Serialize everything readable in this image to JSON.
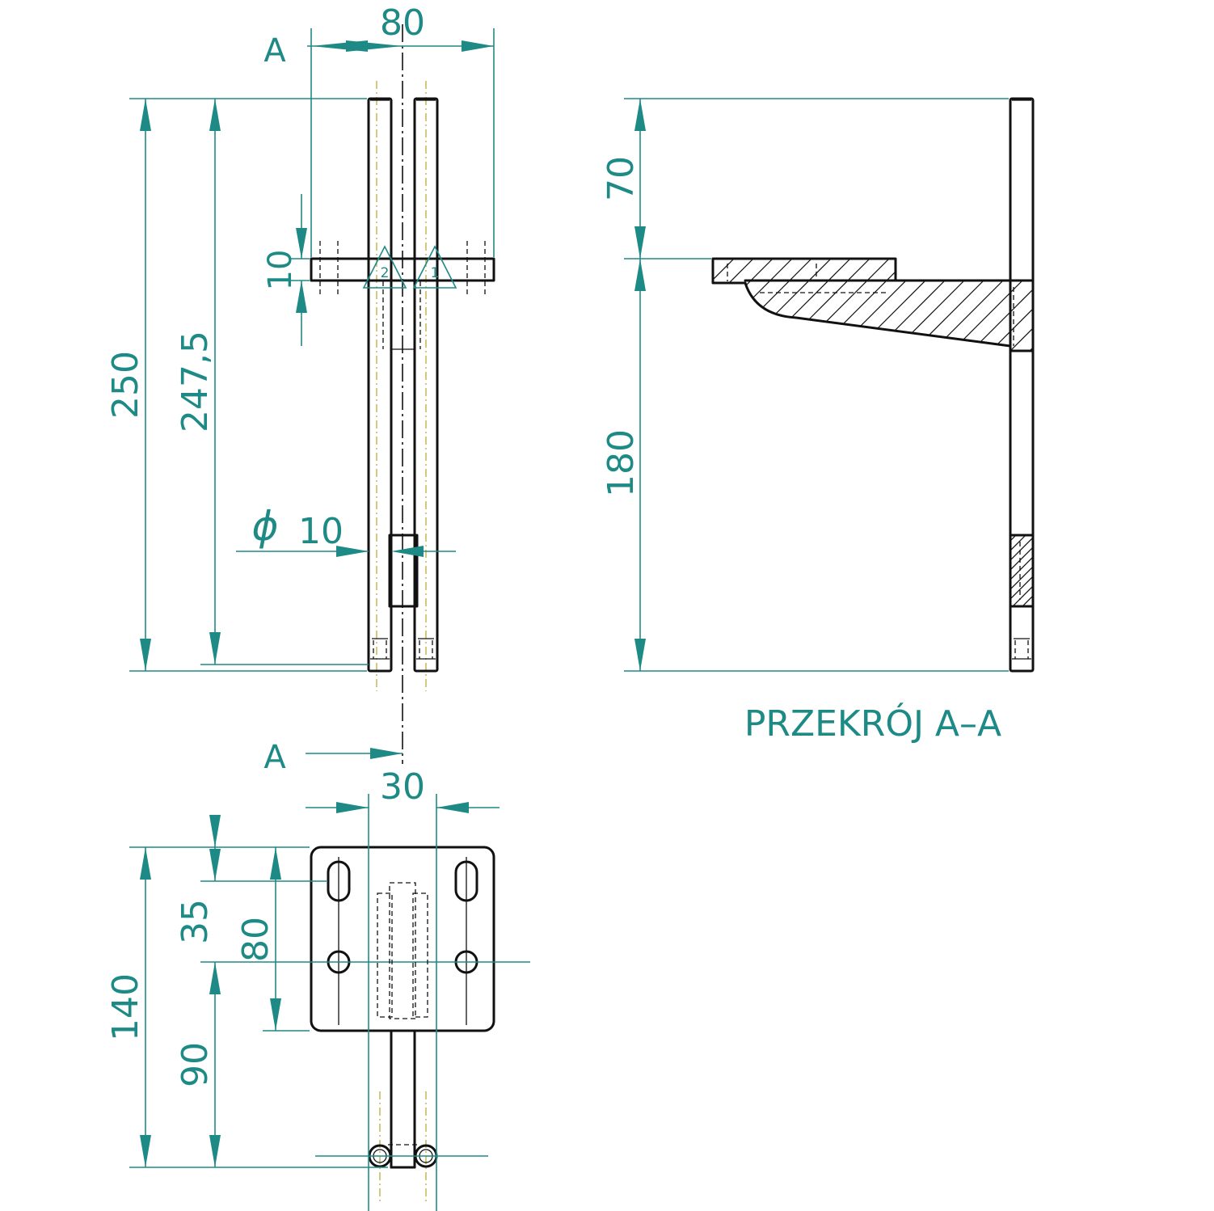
{
  "section_marker": "A",
  "section_title": "PRZEKRÓJ A–A",
  "diameter_symbol": "ϕ",
  "dimensions": {
    "front_top_width": "80",
    "front_height_total": "250",
    "front_height_inner": "247,5",
    "plate_thickness": "10",
    "rod_diameter": "10",
    "section_upper": "70",
    "section_lower": "180",
    "bottom_rod_spacing": "30",
    "plate_height": "140",
    "hole_spacing": "80",
    "slot_offset": "35",
    "lower_offset": "90"
  },
  "balloons": [
    "2",
    "1"
  ],
  "colors": {
    "dimension": "#1e8a86",
    "object": "#111111",
    "axis": "#b6a52a"
  }
}
